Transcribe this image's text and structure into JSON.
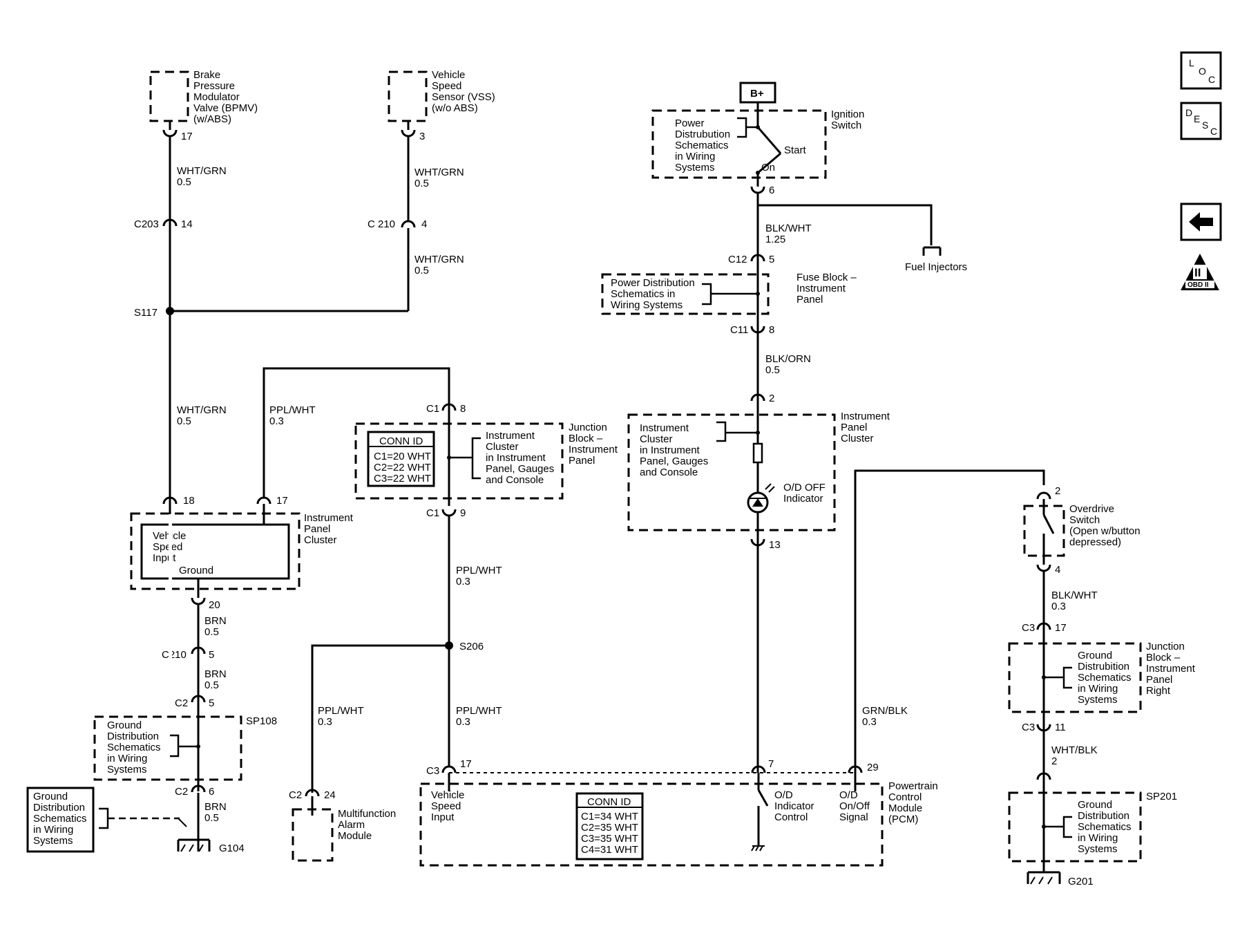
{
  "components": {
    "bpmv": [
      "Brake",
      "Pressure",
      "Modulator",
      "Valve (BPMV)",
      "(w/ABS)"
    ],
    "vss": [
      "Vehicle",
      "Speed",
      "Sensor (VSS)",
      "(w/o ABS)"
    ],
    "b_plus": "B+",
    "pds_ign": [
      "Power",
      "Distrubution",
      "Schematics",
      "in Wiring",
      "Systems"
    ],
    "ignition_switch": [
      "Ignition",
      "Switch"
    ],
    "start": "Start",
    "on": "On",
    "fuel_injectors": "Fuel Injectors",
    "pds_fuse": [
      "Power Distribution",
      "Schematics in",
      "Wiring  Systems"
    ],
    "fuse_block": [
      "Fuse Block –",
      "Instrument",
      "Panel"
    ],
    "jb_conn_title": "CONN ID",
    "jb_conn": [
      "C1=20 WHT",
      "C2=22 WHT",
      "C3=22 WHT"
    ],
    "jb_cluster": [
      "Instrument",
      "Cluster",
      "in Instrument",
      "Panel, Gauges",
      "and Console"
    ],
    "junction_block": [
      "Junction",
      "Block –",
      "Instrument",
      "Panel"
    ],
    "ipc_cluster_ref": [
      "Instrument",
      "Cluster",
      "in Instrument",
      "Panel, Gauges",
      "and Console"
    ],
    "ipc_right": [
      "Instrument",
      "Panel",
      "Cluster"
    ],
    "od_off": [
      "O/D OFF",
      "Indicator"
    ],
    "ipc_left": [
      "Instrument",
      "Panel",
      "Cluster"
    ],
    "vsi": [
      "Vehicle",
      "Speed",
      "Input"
    ],
    "ground": "Ground",
    "overdrive_switch": [
      "Overdrive",
      "Switch",
      "(Open w/button",
      "depressed)"
    ],
    "jb_right": [
      "Junction",
      "Block –",
      "Instrument",
      "Panel",
      "Right"
    ],
    "gds_jb_right": [
      "Ground",
      "Distrubition",
      "Schematics",
      "in Wiring",
      "Systems"
    ],
    "gds_sp108": [
      "Ground",
      "Distribution",
      "Schematics",
      "in Wiring",
      "Systems"
    ],
    "sp108": "SP108",
    "gds_g104": [
      "Ground",
      "Distribution",
      "Schematics",
      "in Wiring",
      "Systems"
    ],
    "g104": "G104",
    "multifunction": [
      "Multifunction",
      "Alarm",
      "Module"
    ],
    "pcm_vsi": [
      "Vehicle",
      "Speed",
      "Input"
    ],
    "pcm_conn_title": "CONN ID",
    "pcm_conn": [
      "C1=34 WHT",
      "C2=35 WHT",
      "C3=35 WHT",
      "C4=31 WHT"
    ],
    "od_ind_ctrl": [
      "O/D",
      "Indicator",
      "Control"
    ],
    "od_onoff": [
      "O/D",
      "On/Off",
      "Signal"
    ],
    "pcm": [
      "Powertrain",
      "Control",
      "Module",
      "(PCM)"
    ],
    "sp201": "SP201",
    "gds_sp201": [
      "Ground",
      "Distribution",
      "Schematics",
      "in Wiring",
      "Systems"
    ],
    "g201": "G201"
  },
  "connectors": {
    "p17": "17",
    "p3": "3",
    "c203": "C203",
    "c203_pin": "14",
    "c210a": "C 210",
    "c210a_pin": "4",
    "s117": "S117",
    "ign6": "6",
    "c12": "C12",
    "c12_pin": "5",
    "c11": "C11",
    "c11_pin": "8",
    "jb_c1a": "C1",
    "jb_c1a_pin": "8",
    "jb_c1b": "C1",
    "jb_c1b_pin": "9",
    "ipc2": "2",
    "ipc13": "13",
    "ipc18": "18",
    "ipc17": "17",
    "ipc20": "20",
    "c210b": "C210",
    "c210b_pin": "5",
    "c2a": "C2",
    "c2a_pin": "5",
    "c2b": "C2",
    "c2b_pin": "6",
    "s206": "S206",
    "mf_c2": "C2",
    "mf_pin": "24",
    "pcm_c3": "C3",
    "pcm_p17": "17",
    "pcm_p7": "7",
    "pcm_p29": "29",
    "ods2": "2",
    "ods4": "4",
    "jbr_c3a": "C3",
    "jbr_c3a_pin": "17",
    "jbr_c3b": "C3",
    "jbr_c3b_pin": "11"
  },
  "wires": {
    "w1": [
      "WHT/GRN",
      "0.5"
    ],
    "w2": [
      "WHT/GRN",
      "0.5"
    ],
    "w3": [
      "WHT/GRN",
      "0.5"
    ],
    "w4": [
      "WHT/GRN",
      "0.5"
    ],
    "w5": [
      "PPL/WHT",
      "0.3"
    ],
    "w6": [
      "BLK/WHT",
      "1.25"
    ],
    "w7": [
      "BLK/ORN",
      "0.5"
    ],
    "w8": [
      "PPL/WHT",
      "0.3"
    ],
    "w9": [
      "BRN",
      "0.5"
    ],
    "w10": [
      "BRN",
      "0.5"
    ],
    "w11": [
      "BRN",
      "0.5"
    ],
    "w12": [
      "PPL/WHT",
      "0.3"
    ],
    "w13": [
      "PPL/WHT",
      "0.3"
    ],
    "w14": [
      "GRN/BLK",
      "0.3"
    ],
    "w15": [
      "BLK/WHT",
      "0.3"
    ],
    "w16": [
      "WHT/BLK",
      "2"
    ]
  },
  "nav": {
    "loc": [
      "L",
      "O",
      "C"
    ],
    "desc": [
      "D",
      "E",
      "S",
      "C"
    ],
    "obd": "OBD II",
    "obd_num": "II"
  }
}
